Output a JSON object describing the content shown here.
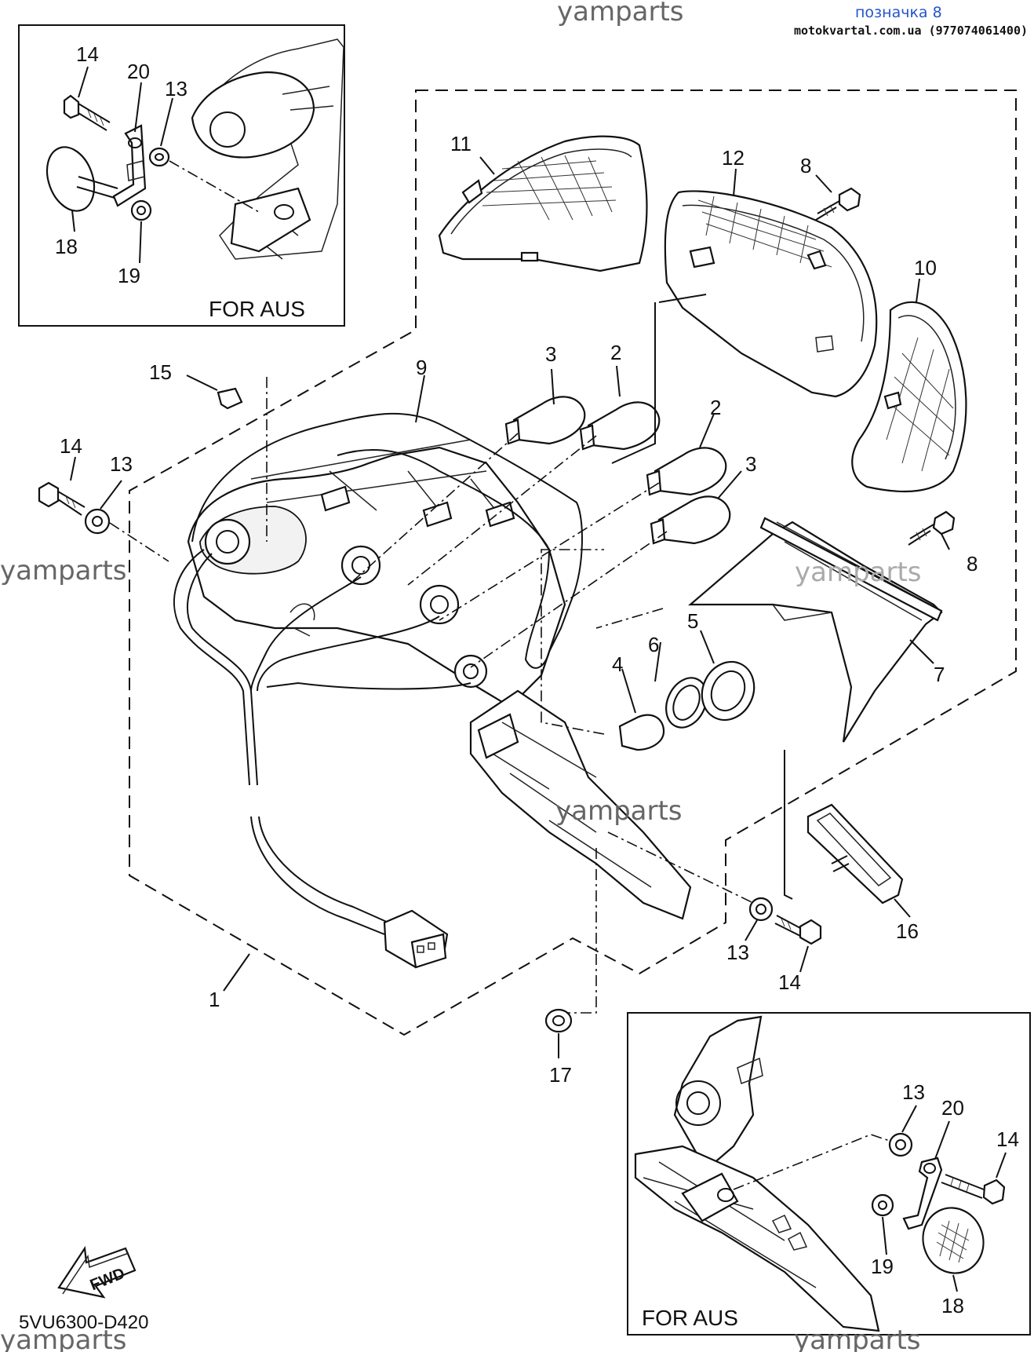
{
  "header": {
    "watermark": "yamparts",
    "mark": "позначка 8",
    "site": "motokvartal.com.ua (977074061400)"
  },
  "watermarks": [
    "yamparts",
    "yamparts",
    "yamparts",
    "yamparts",
    "yamparts",
    "yamparts"
  ],
  "inset_top": {
    "caption": "FOR AUS",
    "callouts": [
      "14",
      "20",
      "13",
      "18",
      "19"
    ]
  },
  "inset_bottom": {
    "caption": "FOR AUS",
    "callouts": [
      "13",
      "20",
      "14",
      "19",
      "18"
    ]
  },
  "callouts": {
    "c1": "1",
    "c2a": "2",
    "c2b": "2",
    "c3a": "3",
    "c3b": "3",
    "c4": "4",
    "c5": "5",
    "c6": "6",
    "c7": "7",
    "c8a": "8",
    "c8b": "8",
    "c9": "9",
    "c10": "10",
    "c11": "11",
    "c12": "12",
    "c13a": "13",
    "c13b": "13",
    "c14a": "14",
    "c14b": "14",
    "c15": "15",
    "c16": "16",
    "c17": "17"
  },
  "fwd_label": "FWD",
  "diagram_code": "5VU6300-D420"
}
